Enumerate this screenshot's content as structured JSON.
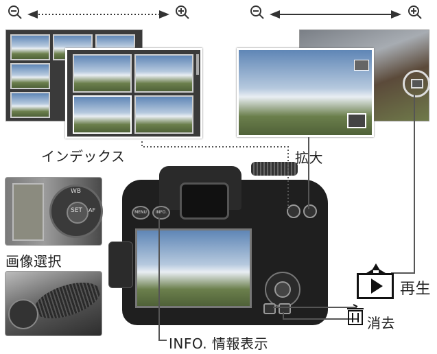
{
  "labels": {
    "index": "インデックス",
    "magnify": "拡大",
    "image_select": "画像選択",
    "playback": "再生",
    "erase": "消去",
    "info": "INFO. 情報表示"
  },
  "camera": {
    "menu_button": "MENU",
    "info_button": "INFO.",
    "set_button": "SET",
    "wb_label": "WB",
    "af_label": "AF"
  },
  "icons": {
    "zoom_out": "magnifier-minus-icon",
    "zoom_in": "magnifier-plus-icon",
    "cross_keys": "four-way-arrow-icon",
    "play": "play-triangle-icon",
    "trash": "trash-icon"
  }
}
